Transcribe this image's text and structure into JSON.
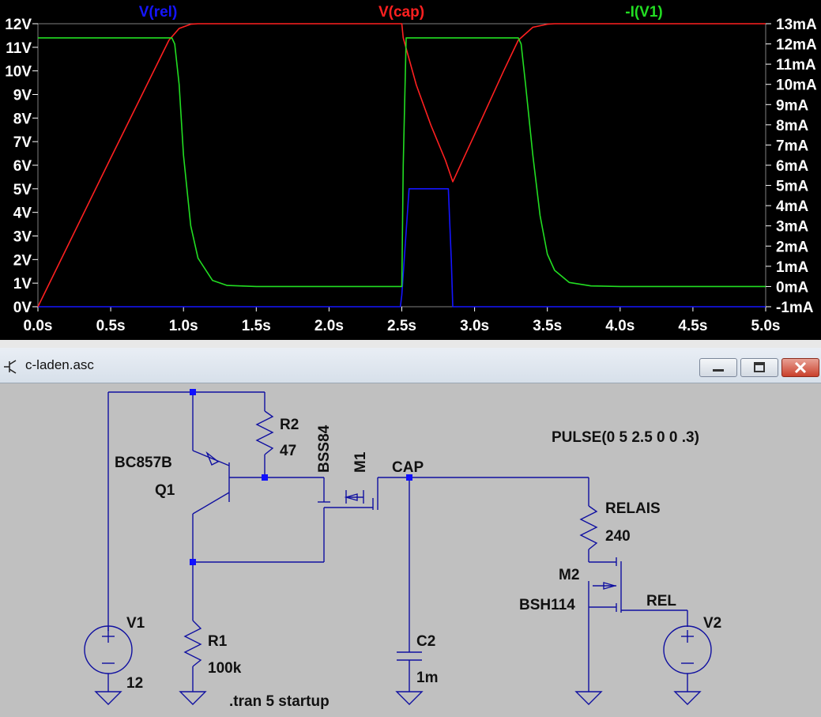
{
  "plot": {
    "traces": [
      {
        "name": "V(rel)",
        "color": "#1515ff"
      },
      {
        "name": "V(cap)",
        "color": "#ff2020"
      },
      {
        "name": "-I(V1)",
        "color": "#22dd22"
      }
    ],
    "left_axis_ticks": [
      "0V",
      "1V",
      "2V",
      "3V",
      "4V",
      "5V",
      "6V",
      "7V",
      "8V",
      "9V",
      "10V",
      "11V",
      "12V"
    ],
    "right_axis_ticks": [
      "-1mA",
      "0mA",
      "1mA",
      "2mA",
      "3mA",
      "4mA",
      "5mA",
      "6mA",
      "7mA",
      "8mA",
      "9mA",
      "10mA",
      "11mA",
      "12mA",
      "13mA"
    ],
    "x_axis_ticks": [
      "0.0s",
      "0.5s",
      "1.0s",
      "1.5s",
      "2.0s",
      "2.5s",
      "3.0s",
      "3.5s",
      "4.0s",
      "4.5s",
      "5.0s"
    ]
  },
  "chart_data": {
    "type": "line",
    "xlim": [
      0,
      5
    ],
    "ylim_left": [
      0,
      12
    ],
    "ylim_right": [
      -1,
      13
    ],
    "series": [
      {
        "name": "V(rel)",
        "axis": "left",
        "color": "#1515ff",
        "x": [
          0,
          2.49,
          2.5,
          2.55,
          2.82,
          2.84,
          2.85,
          5.0
        ],
        "y": [
          0,
          0,
          0.5,
          5,
          5,
          2,
          0,
          0
        ]
      },
      {
        "name": "V(cap)",
        "axis": "left",
        "color": "#ff2020",
        "x": [
          0,
          0.5,
          0.9,
          0.97,
          1.05,
          1.1,
          2.5,
          2.51,
          2.6,
          2.7,
          2.8,
          2.85,
          3.0,
          3.2,
          3.3,
          3.4,
          3.5,
          3.55,
          5.0
        ],
        "y": [
          0,
          6.3,
          11.3,
          11.8,
          11.98,
          12,
          12,
          11.4,
          9.4,
          7.7,
          6.2,
          5.3,
          7.3,
          10.0,
          11.3,
          11.85,
          11.98,
          12,
          12
        ]
      },
      {
        "name": "-I(V1)",
        "axis": "right",
        "color": "#22dd22",
        "x": [
          0,
          0.92,
          0.94,
          0.97,
          1.0,
          1.05,
          1.1,
          1.2,
          1.3,
          1.5,
          2.5,
          2.51,
          2.53,
          3.3,
          3.32,
          3.35,
          3.4,
          3.45,
          3.5,
          3.55,
          3.65,
          3.8,
          4.0,
          5.0
        ],
        "y": [
          12.3,
          12.3,
          12,
          10,
          6.5,
          3,
          1.4,
          0.3,
          0.05,
          0,
          0,
          6,
          12.3,
          12.3,
          12,
          10,
          6.5,
          3.5,
          1.6,
          0.8,
          0.2,
          0.03,
          0,
          0
        ]
      }
    ]
  },
  "window": {
    "title": "c-laden.asc"
  },
  "schematic": {
    "q1_model": "BC857B",
    "q1_name": "Q1",
    "r2_name": "R2",
    "r2_value": "47",
    "m1_model": "BSS84",
    "m1_name": "M1",
    "cap_net": "CAP",
    "pulse_spec": "PULSE(0 5 2.5 0 0 .3)",
    "relais_name": "RELAIS",
    "relais_value": "240",
    "m2_name": "M2",
    "m2_model": "BSH114",
    "rel_net": "REL",
    "v2_name": "V2",
    "v1_name": "V1",
    "v1_value": "12",
    "r1_name": "R1",
    "r1_value": "100k",
    "c2_name": "C2",
    "c2_value": "1m",
    "tran_directive": ".tran 5 startup"
  }
}
